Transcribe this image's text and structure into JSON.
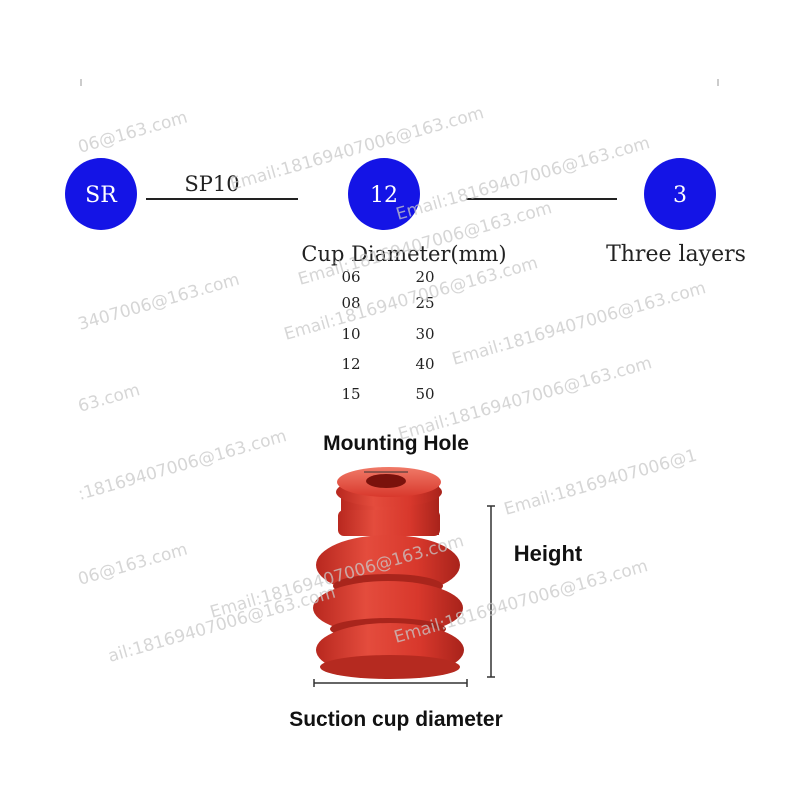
{
  "code_parts": {
    "prefix": "SR",
    "series": "SP10",
    "diameter_code": "12",
    "layers_code": "3"
  },
  "labels": {
    "cup_diameter": "Cup Diameter(mm)",
    "layers": "Three layers",
    "mounting_hole": "Mounting Hole",
    "height": "Height",
    "suction_cup_diameter": "Suction cup diameter"
  },
  "diameter_options": {
    "column_1": [
      "06",
      "08",
      "10",
      "12",
      "15"
    ],
    "column_2": [
      "20",
      "25",
      "30",
      "40",
      "50"
    ]
  },
  "watermarks": [
    "06@163.com",
    "Email:18169407006@163.com",
    "Email:18169407006@163.com",
    "Email:18169407006@163.com",
    "3407006@163.com",
    "Email:18169407006@163.com",
    "Email:18169407006@163.com",
    "63.com",
    ":18169407006@163.com",
    "Email:18169407006@1",
    "06@163.com",
    "Email:18169407006@163.com",
    "Email:18169407006@163.com",
    "ail:18169407006@163.com",
    "Email:18169407006@163.com"
  ],
  "colors": {
    "circle": "#1414e6",
    "circle_text": "#ffffff",
    "cup": "#d8382c",
    "ink": "#222222"
  }
}
